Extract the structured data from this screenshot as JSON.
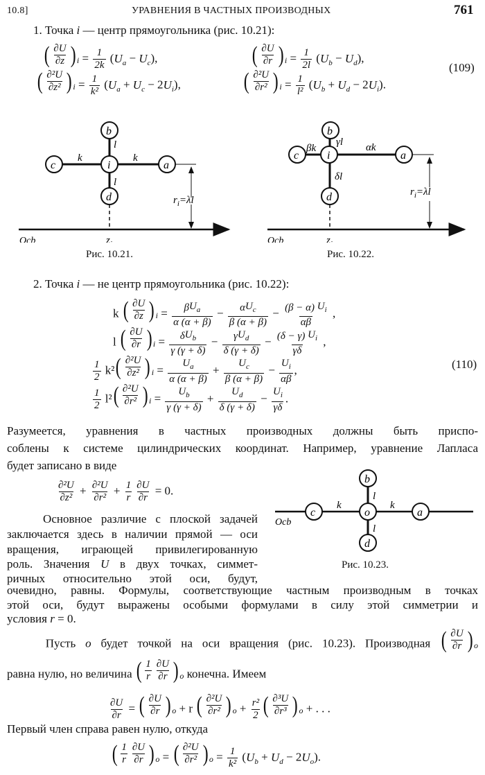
{
  "header": {
    "section": "10.8]",
    "title": "УРАВНЕНИЯ В ЧАСТНЫХ ПРОИЗВОДНЫХ",
    "page": "761"
  },
  "case1": {
    "heading": [
      "1. Точка ",
      {
        "v": "i"
      },
      " — центр прямоугольника (рис. 10.21):"
    ],
    "eq_row1_left": [
      {
        "paren": [
          {
            "frac": [
              "∂U",
              "∂z"
            ]
          }
        ],
        "sub": "i"
      },
      " = ",
      {
        "frac": [
          "1",
          "2k"
        ]
      },
      " (",
      {
        "v": "U",
        "sub": "a"
      },
      " − ",
      {
        "v": "U",
        "sub": "c"
      },
      "),"
    ],
    "eq_row1_right": [
      {
        "paren": [
          {
            "frac": [
              "∂U",
              "∂r"
            ]
          }
        ],
        "sub": "i"
      },
      " = ",
      {
        "frac": [
          "1",
          "2l"
        ]
      },
      " (",
      {
        "v": "U",
        "sub": "b"
      },
      " − ",
      {
        "v": "U",
        "sub": "d"
      },
      "),"
    ],
    "eq_row2_left": [
      {
        "paren": [
          {
            "frac": [
              "∂²U",
              "∂z²"
            ]
          }
        ],
        "sub": "i"
      },
      " = ",
      {
        "frac": [
          "1",
          "k²"
        ]
      },
      " (",
      {
        "v": "U",
        "sub": "a"
      },
      " + ",
      {
        "v": "U",
        "sub": "c"
      },
      " − 2",
      {
        "v": "U",
        "sub": "i"
      },
      "),"
    ],
    "eq_row2_right": [
      {
        "paren": [
          {
            "frac": [
              "∂²U",
              "∂r²"
            ]
          }
        ],
        "sub": "i"
      },
      " = ",
      {
        "frac": [
          "1",
          "l²"
        ]
      },
      " (",
      {
        "v": "U",
        "sub": "b"
      },
      " + ",
      {
        "v": "U",
        "sub": "d"
      },
      " − 2",
      {
        "v": "U",
        "sub": "i"
      },
      ")."
    ],
    "eq_number": "(109)"
  },
  "fig_10_21": {
    "nodes": {
      "b": "b",
      "c": "c",
      "i": "i",
      "a": "a",
      "d": "d"
    },
    "k": "k",
    "l": "l",
    "axis": "Осb",
    "z": "z",
    "z_sub": "i",
    "r": "r",
    "r_sub": "i",
    "r_rhs": "=λl",
    "caption": "Рис. 10.21."
  },
  "fig_10_22": {
    "nodes": {
      "b": "b",
      "c": "c",
      "i": "i",
      "a": "a",
      "d": "d"
    },
    "beta_k": "βk",
    "gamma_l": "γl",
    "alpha_k": "αk",
    "delta_l": "δl",
    "axis": "Осb",
    "z": "z",
    "z_sub": "i",
    "r": "r",
    "r_sub": "i",
    "r_rhs": "=λl",
    "caption": "Рис. 10.22."
  },
  "case2": {
    "heading": [
      "2. Точка ",
      {
        "v": "i"
      },
      " — не центр прямоугольника (рис. 10.22):"
    ],
    "eqs": [
      [
        "k ",
        {
          "paren": [
            {
              "frac": [
                "∂U",
                "∂z"
              ]
            }
          ],
          "sub": "i"
        },
        " = ",
        {
          "frac": [
            [
              "β",
              {
                "v": "U",
                "sub": "a"
              }
            ],
            "α (α + β)"
          ]
        },
        " − ",
        {
          "frac": [
            [
              "α",
              {
                "v": "U",
                "sub": "c"
              }
            ],
            "β (α + β)"
          ]
        },
        " − ",
        {
          "frac": [
            [
              "(β − α) ",
              {
                "v": "U",
                "sub": "i"
              }
            ],
            "αβ"
          ]
        },
        " ,"
      ],
      [
        "l ",
        {
          "paren": [
            {
              "frac": [
                "∂U",
                "∂r"
              ]
            }
          ],
          "sub": "i"
        },
        " = ",
        {
          "frac": [
            [
              "δ",
              {
                "v": "U",
                "sub": "b"
              }
            ],
            "γ (γ + δ)"
          ]
        },
        " − ",
        {
          "frac": [
            [
              "γ",
              {
                "v": "U",
                "sub": "d"
              }
            ],
            "δ (γ + δ)"
          ]
        },
        " − ",
        {
          "frac": [
            [
              "(δ − γ) ",
              {
                "v": "U",
                "sub": "i"
              }
            ],
            "γδ"
          ]
        },
        " ,"
      ],
      [
        {
          "frac": [
            "1",
            "2"
          ]
        },
        " k²",
        {
          "paren": [
            {
              "frac": [
                "∂²U",
                "∂z²"
              ]
            }
          ],
          "sub": "i"
        },
        " = ",
        {
          "frac": [
            [
              {
                "v": "U",
                "sub": "a"
              }
            ],
            "α (α + β)"
          ]
        },
        " + ",
        {
          "frac": [
            [
              {
                "v": "U",
                "sub": "c"
              }
            ],
            "β (α + β)"
          ]
        },
        " − ",
        {
          "frac": [
            [
              {
                "v": "U",
                "sub": "i"
              }
            ],
            "αβ"
          ]
        },
        ","
      ],
      [
        {
          "frac": [
            "1",
            "2"
          ]
        },
        " l²",
        {
          "paren": [
            {
              "frac": [
                "∂²U",
                "∂r²"
              ]
            }
          ],
          "sub": "i"
        },
        " = ",
        {
          "frac": [
            [
              {
                "v": "U",
                "sub": "b"
              }
            ],
            "γ (γ + δ)"
          ]
        },
        " + ",
        {
          "frac": [
            [
              {
                "v": "U",
                "sub": "d"
              }
            ],
            "δ (γ + δ)"
          ]
        },
        " − ",
        {
          "frac": [
            [
              {
                "v": "U",
                "sub": "i"
              }
            ],
            "γδ"
          ]
        },
        "."
      ]
    ],
    "eq_number": "(110)"
  },
  "paragraph1": [
    [
      "Разумеется, уравнения в частных производных должны быть приспо-"
    ],
    [
      "соблены к системе цилиндрических координат. Например, уравнение Лапласа"
    ],
    [
      "будет записано в виде"
    ]
  ],
  "laplace_eq": [
    {
      "frac": [
        "∂²U",
        "∂z²"
      ]
    },
    " + ",
    {
      "frac": [
        "∂²U",
        "∂r²"
      ]
    },
    " + ",
    {
      "frac": [
        "1",
        "r"
      ]
    },
    {
      "frac": [
        "∂U",
        "∂r"
      ]
    },
    " = 0."
  ],
  "paragraph2_left": [
    [
      "    Основное различие с плоской задачей"
    ],
    [
      "заключается здесь в наличии прямой — оси"
    ],
    [
      "вращения, играющей привилегированную"
    ],
    [
      "роль. Значения ",
      {
        "v": "U"
      },
      " в двух точках, симмет-"
    ],
    [
      "ричных относительно этой оси, будут,"
    ]
  ],
  "paragraph2_full": [
    [
      "очевидно, равны. Формулы, соответствующие частным производным в точках"
    ],
    [
      "этой оси, будут выражены особыми формулами в силу этой симметрии и"
    ],
    [
      "условия ",
      {
        "v": "r"
      },
      " = 0."
    ]
  ],
  "fig_10_23": {
    "nodes": {
      "b": "b",
      "c": "c",
      "o": "o",
      "a": "a",
      "d": "d"
    },
    "k": "k",
    "l": "l",
    "axis": "Осb",
    "caption": "Рис. 10.23."
  },
  "paragraph3": {
    "line1": [
      "    Пусть ",
      {
        "v": "o"
      },
      " будет точкой на оси вращения (рис. 10.23). Производная ",
      {
        "paren": [
          {
            "frac": [
              "∂U",
              "∂r"
            ]
          }
        ],
        "sub": "o"
      }
    ],
    "line2": [
      "равна нулю, но величина ",
      {
        "paren": [
          {
            "frac": [
              "1",
              "r"
            ]
          },
          {
            "frac": [
              "∂U",
              "∂r"
            ]
          }
        ],
        "sub": "o"
      },
      " конечна. Имеем"
    ],
    "series_eq": [
      {
        "frac": [
          "∂U",
          "∂r"
        ]
      },
      " = ",
      {
        "paren": [
          {
            "frac": [
              "∂U",
              "∂r"
            ]
          }
        ],
        "sub": "o"
      },
      " + r ",
      {
        "paren": [
          {
            "frac": [
              "∂²U",
              "∂r²"
            ]
          }
        ],
        "sub": "o"
      },
      " + ",
      {
        "frac": [
          "r²",
          "2"
        ]
      },
      {
        "paren": [
          {
            "frac": [
              "∂³U",
              "∂r³"
            ]
          }
        ],
        "sub": "o"
      },
      " + . . ."
    ],
    "line3": [
      "Первый член справа равен нулю, откуда"
    ],
    "final_eq": [
      {
        "paren": [
          {
            "frac": [
              "1",
              "r"
            ]
          },
          {
            "frac": [
              "∂U",
              "∂r"
            ]
          }
        ],
        "sub": "o"
      },
      " = ",
      {
        "paren": [
          {
            "frac": [
              "∂²U",
              "∂r²"
            ]
          }
        ],
        "sub": "o"
      },
      " = ",
      {
        "frac": [
          "1",
          "k²"
        ]
      },
      " (",
      {
        "v": "U",
        "sub": "b"
      },
      " + ",
      {
        "v": "U",
        "sub": "d"
      },
      " − 2",
      {
        "v": "U",
        "sub": "o"
      },
      ")."
    ]
  }
}
